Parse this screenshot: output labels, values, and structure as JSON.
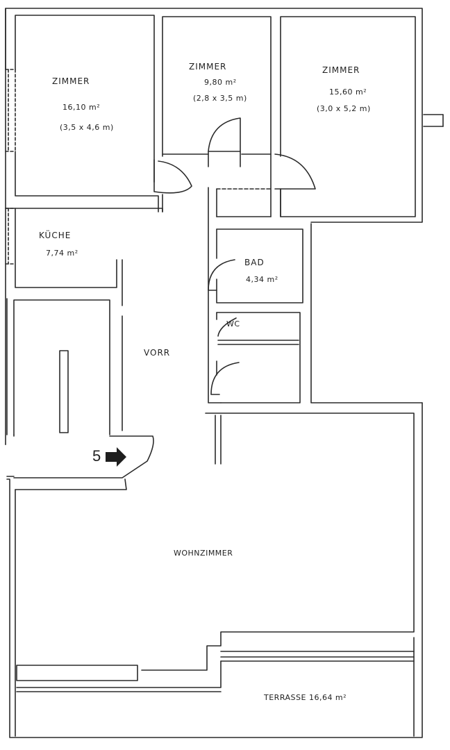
{
  "rooms": {
    "zimmer1": {
      "name": "ZIMMER",
      "area": "16,10 m²",
      "dims": "(3,5 x 4,6 m)"
    },
    "zimmer2": {
      "name": "ZIMMER",
      "area": "9,80 m²",
      "dims": "(2,8 x 3,5 m)"
    },
    "zimmer3": {
      "name": "ZIMMER",
      "area": "15,60 m²",
      "dims": "(3,0 x 5,2 m)"
    },
    "kueche": {
      "name": "KÜCHE",
      "area": "7,74 m²"
    },
    "bad": {
      "name": "BAD",
      "area": "4,34 m²"
    },
    "wc": {
      "name": "WC"
    },
    "vorr": {
      "name": "VORR"
    },
    "wohnzimmer": {
      "name": "WOHNZIMMER"
    },
    "terrasse": {
      "name": "TERRASSE 16,64 m²"
    }
  },
  "entrance": {
    "number": "5",
    "icon": "arrow-right-icon"
  },
  "style": {
    "line_color": "#2a2a2a",
    "background": "#ffffff"
  }
}
